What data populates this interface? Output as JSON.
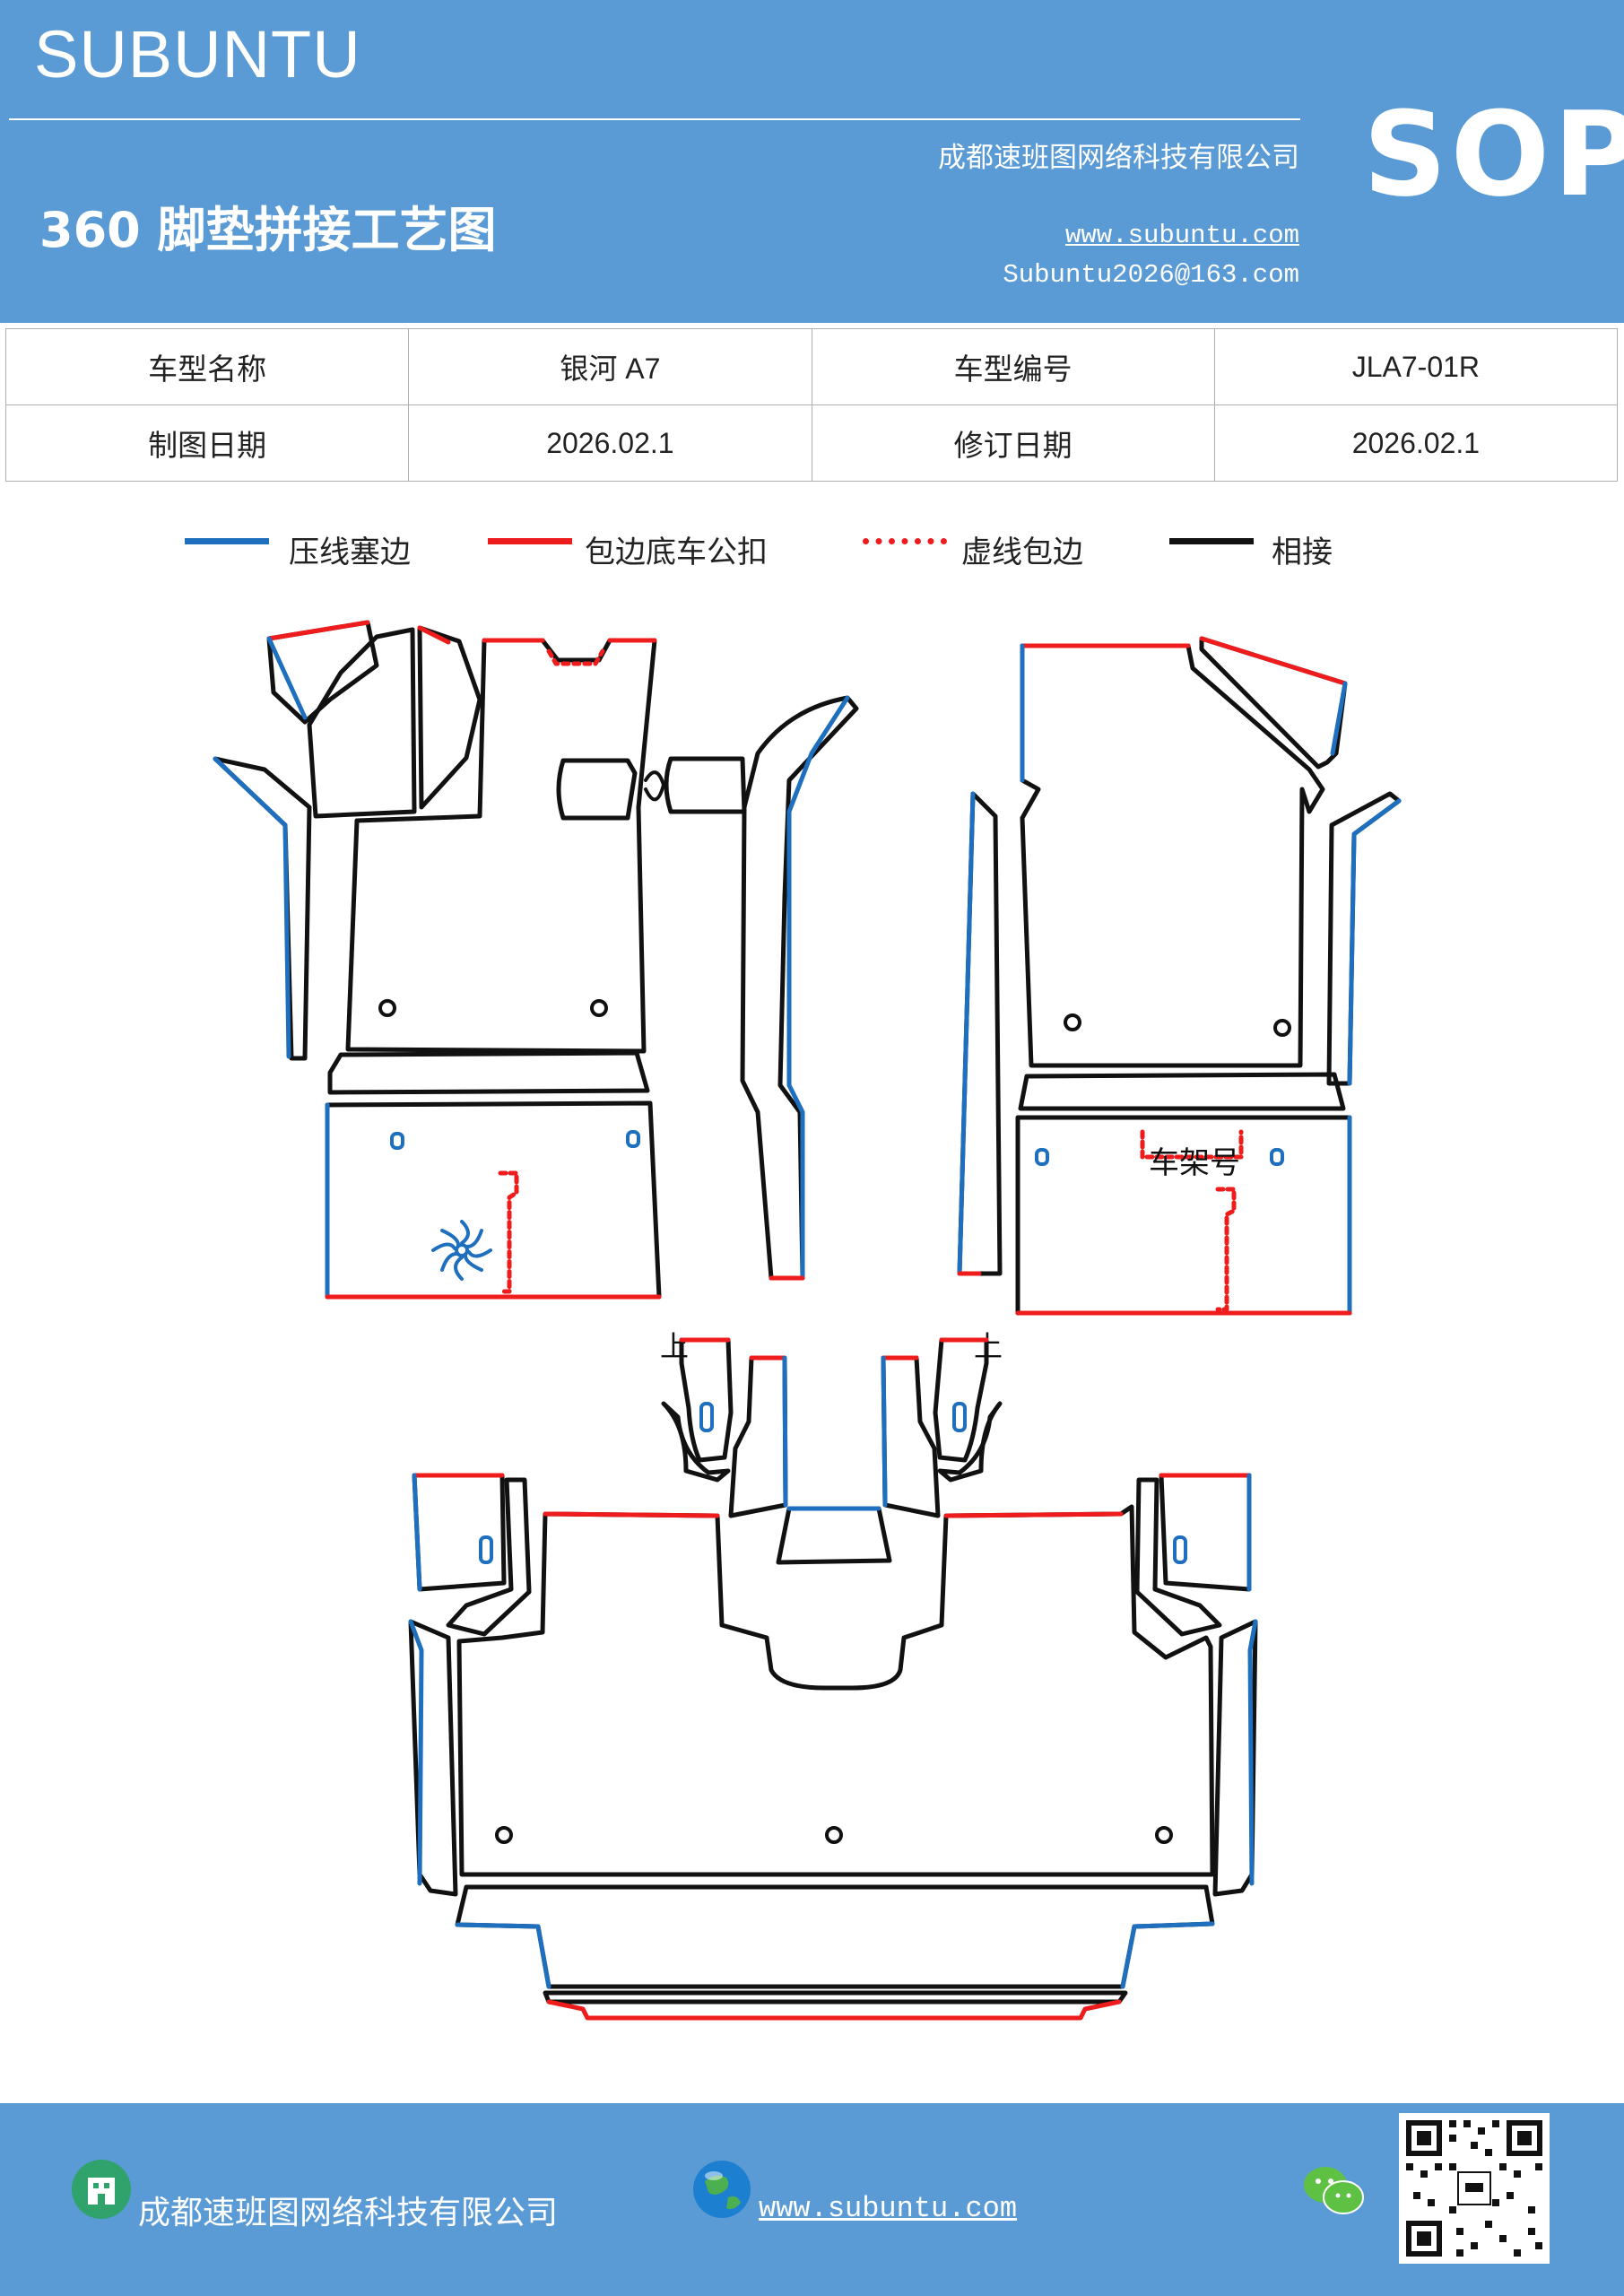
{
  "header": {
    "brand": "SUBUNTU",
    "badge": "SOP",
    "company": "成都速班图网络科技有限公司",
    "doc_title": "360 脚垫拼接工艺图",
    "website": "www.subuntu.com",
    "email": "Subuntu2026@163.com"
  },
  "info_table": [
    [
      "车型名称",
      "银河 A7",
      "车型编号",
      "JLA7-01R"
    ],
    [
      "制图日期",
      "2026.02.1",
      "修订日期",
      "2026.02.1"
    ]
  ],
  "legend": [
    {
      "label": "压线塞边",
      "color": "#1f6fbf",
      "style": "solid"
    },
    {
      "label": "包边底车公扣",
      "color": "#ee1c1c",
      "style": "solid"
    },
    {
      "label": "虚线包边",
      "color": "#ee1c1c",
      "style": "dotted"
    },
    {
      "label": "相接",
      "color": "#111111",
      "style": "solid"
    }
  ],
  "diagram_labels": {
    "frame_number": "车架号",
    "up_left": "上",
    "up_right": "上"
  },
  "colors": {
    "header_bg": "#5b9bd5",
    "press": "#1f6fbf",
    "edge": "#ee1c1c",
    "joint": "#111111"
  },
  "footer": {
    "company": "成都速班图网络科技有限公司",
    "website": "www.subuntu.com",
    "icons": [
      "building-icon",
      "globe-icon",
      "wechat-icon",
      "qr-code"
    ]
  }
}
